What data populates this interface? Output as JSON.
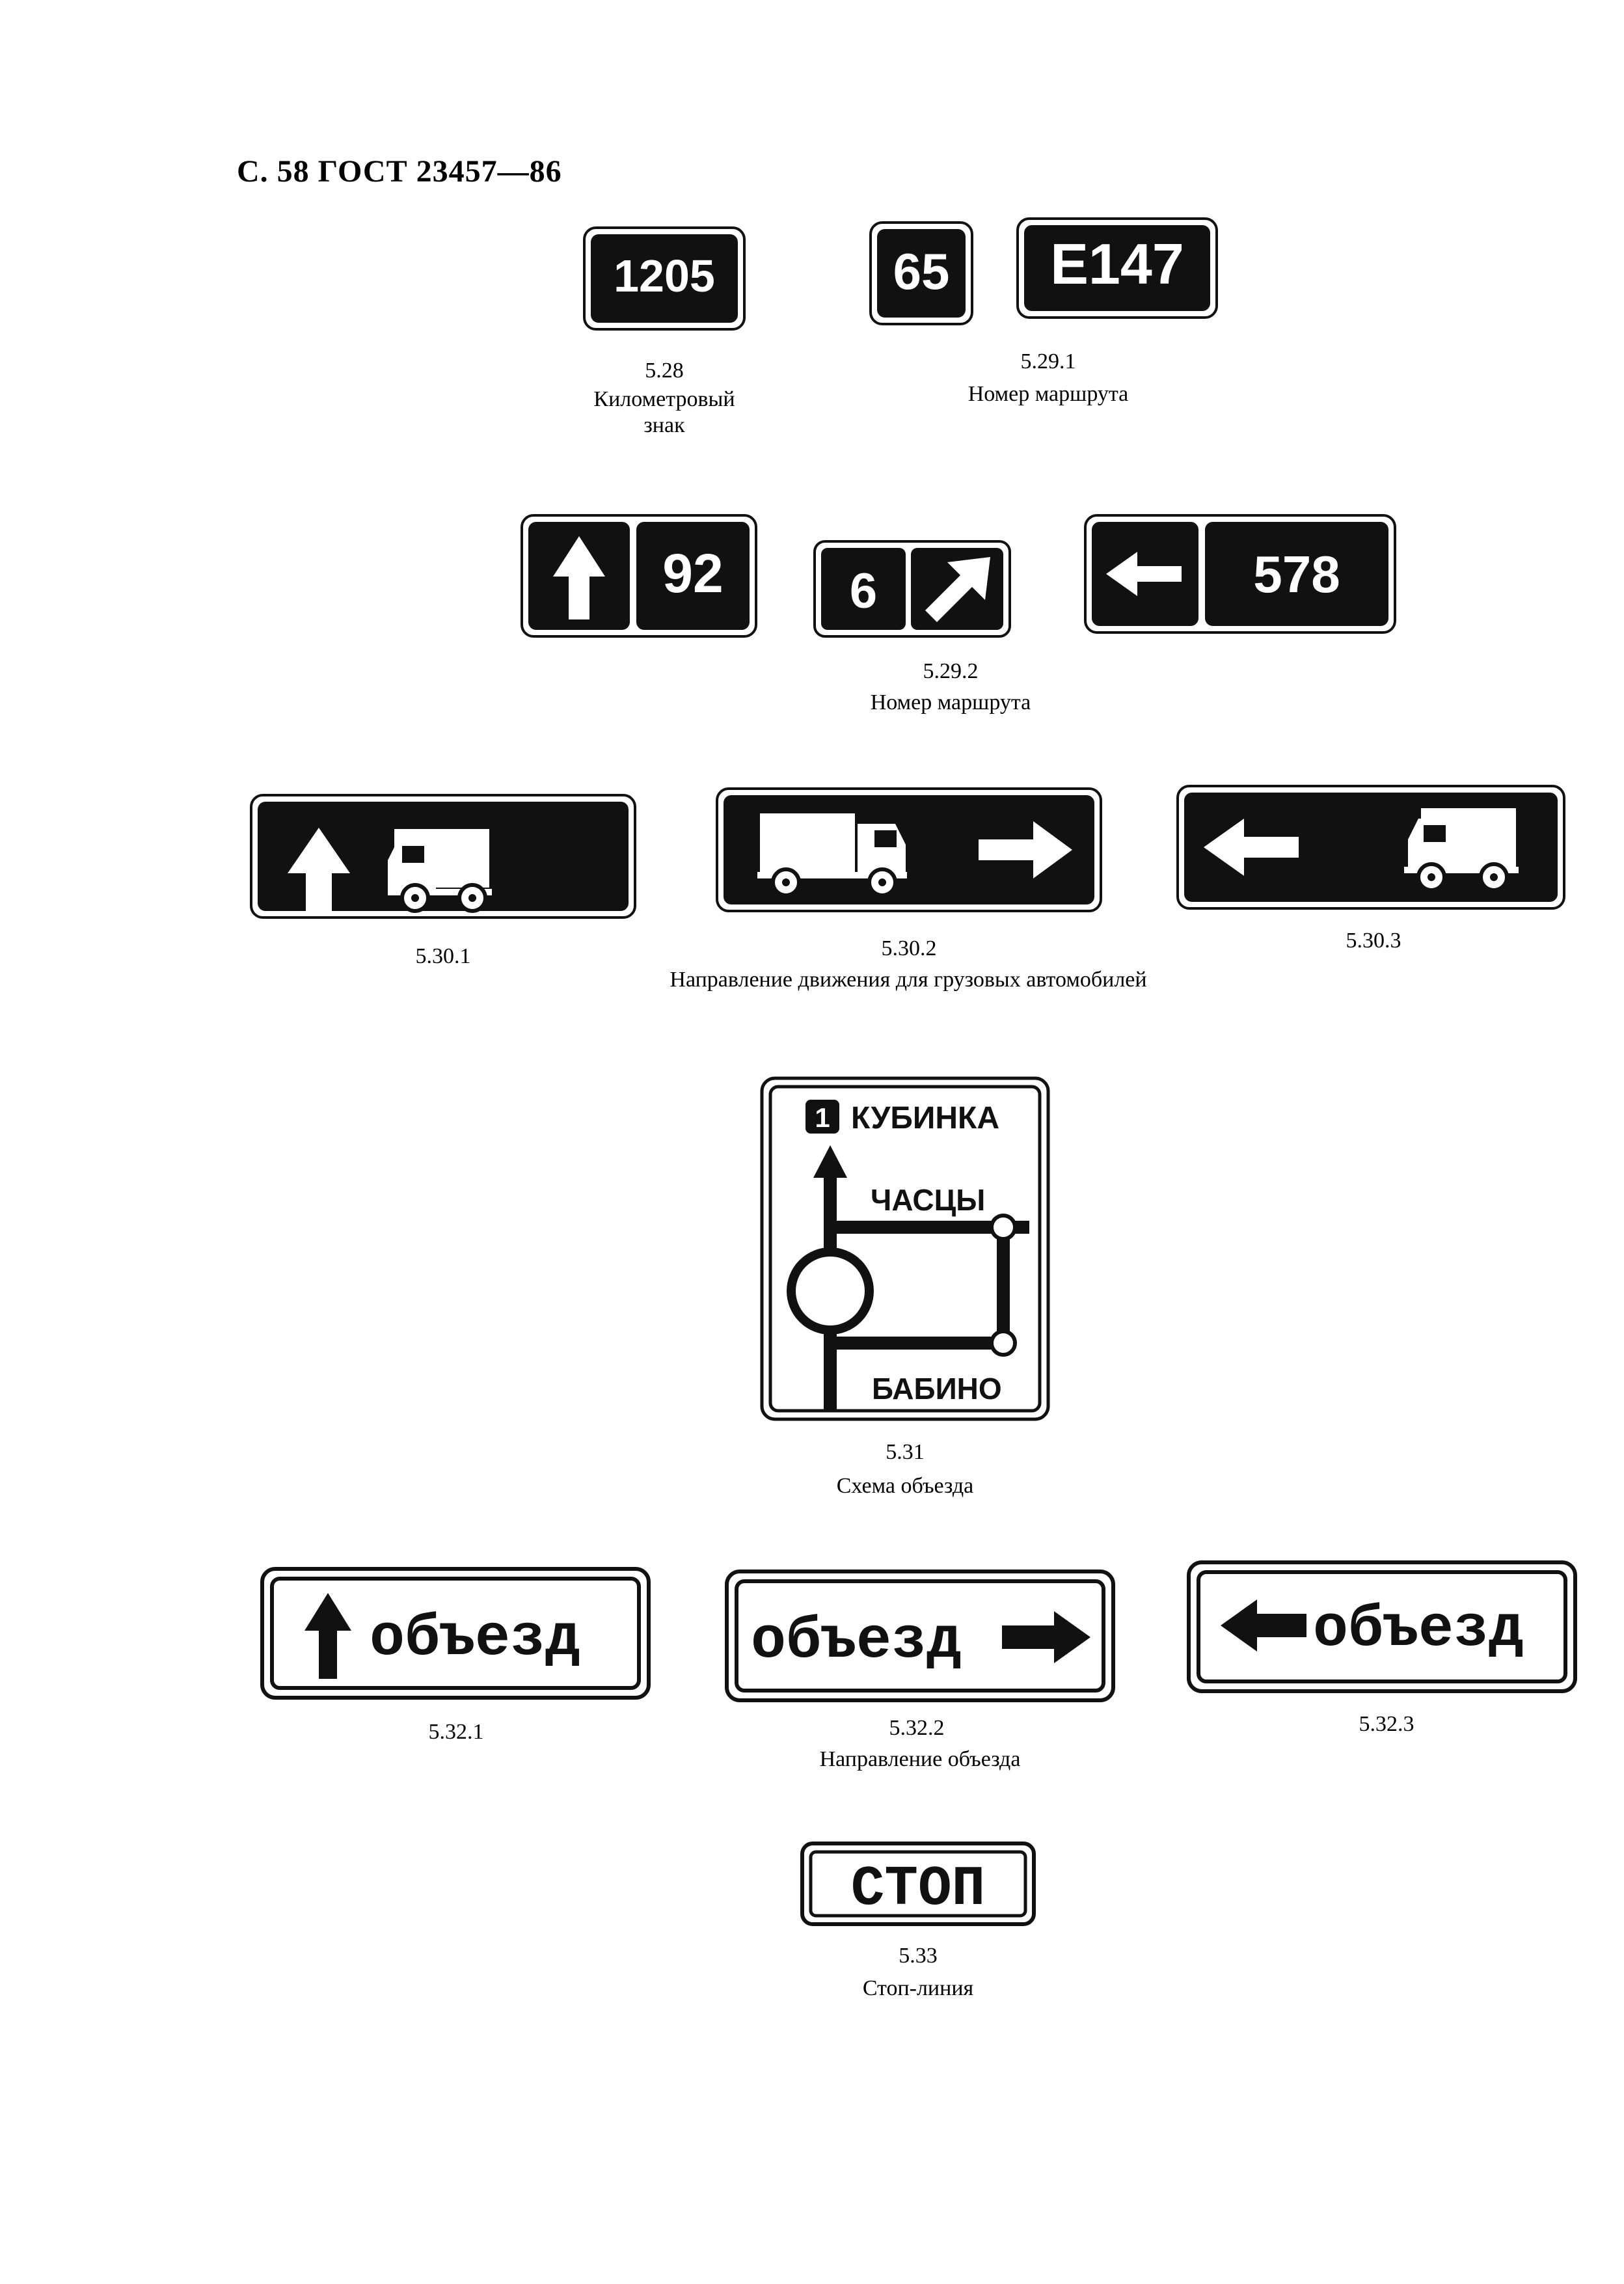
{
  "header": {
    "text": "С. 58 ГОСТ 23457—86"
  },
  "signs": {
    "s5_28": {
      "value": "1205",
      "number": "5.28",
      "caption_line1": "Километровый",
      "caption_line2": "знак"
    },
    "s5_29_1": {
      "value_a": "65",
      "value_b": "E147",
      "number": "5.29.1",
      "caption": "Номер маршрута"
    },
    "s5_29_2": {
      "value_a": "92",
      "value_b": "6",
      "value_c": "578",
      "number": "5.29.2",
      "caption": "Номер маршрута"
    },
    "s5_30": {
      "number_1": "5.30.1",
      "number_2": "5.30.2",
      "number_3": "5.30.3",
      "caption": "Направление движения для грузовых автомобилей"
    },
    "s5_31": {
      "route_number": "1",
      "dest_top": "КУБИНКА",
      "dest_mid": "ЧАСЦЫ",
      "dest_bottom": "БАБИНО",
      "number": "5.31",
      "caption": "Схема объезда"
    },
    "s5_32": {
      "word": "объезд",
      "number_1": "5.32.1",
      "number_2": "5.32.2",
      "number_3": "5.32.3",
      "caption": "Направление объезда"
    },
    "s5_33": {
      "word": "СТОП",
      "number": "5.33",
      "caption": "Стоп-линия"
    }
  },
  "colors": {
    "sign_dark": "#111111",
    "sign_light": "#ffffff"
  },
  "icons": [
    "arrow-up-icon",
    "arrow-up-right-icon",
    "arrow-left-icon",
    "arrow-right-icon",
    "truck-icon"
  ]
}
